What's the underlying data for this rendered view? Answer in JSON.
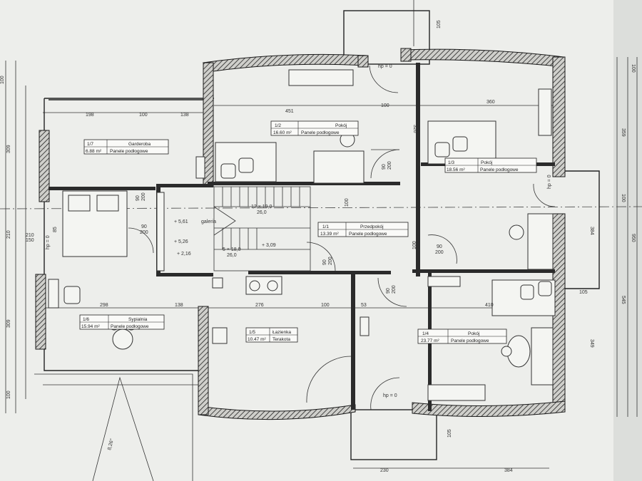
{
  "rooms": [
    {
      "id": "1/1",
      "name": "Przedpokój",
      "area": "13.39 m²",
      "finish": "Panele podłogowe"
    },
    {
      "id": "1/2",
      "name": "Pokój",
      "area": "16.60 m²",
      "finish": "Panele podłogowe"
    },
    {
      "id": "1/3",
      "name": "Pokój",
      "area": "18.56 m²",
      "finish": "Panele podłogowe"
    },
    {
      "id": "1/4",
      "name": "Pokój",
      "area": "23.77 m²",
      "finish": "Panele podłogowe"
    },
    {
      "id": "1/5",
      "name": "Łazienka",
      "area": "10.47 m²",
      "finish": "Terakota"
    },
    {
      "id": "1/6",
      "name": "Sypialnia",
      "area": "15.94 m²",
      "finish": "Panele podłogowe"
    },
    {
      "id": "1/7",
      "name": "Garderoba",
      "area": "6.88 m²",
      "finish": "Panele podłogowe"
    }
  ],
  "dimensions": {
    "top": [
      "198",
      "100",
      "138",
      "451",
      "100",
      "360"
    ],
    "middle": [
      "298",
      "138",
      "276",
      "100",
      "53",
      "410"
    ],
    "bottom": [
      "230",
      "384"
    ],
    "door_90_200": [
      "90",
      "200"
    ],
    "left": [
      "100",
      "309",
      "210",
      "150",
      "85",
      "210",
      "309",
      "100"
    ],
    "right": [
      "359",
      "100",
      "384",
      "545",
      "349",
      "950",
      "100",
      "105"
    ],
    "misc": [
      "105",
      "326",
      "100",
      "105",
      "100",
      "105"
    ]
  },
  "stairs": {
    "upper": "12 × 19,0",
    "upper_sub": "26,0",
    "lower": "5 × 18,0",
    "lower_sub": "26,0"
  },
  "levels": [
    "+ 5,61",
    "+ 5,26",
    "+ 2,16",
    "+ 3,09"
  ],
  "levels_note": "galeria",
  "balcony_tag": "hp = 0",
  "roof_angle": "8,26°"
}
